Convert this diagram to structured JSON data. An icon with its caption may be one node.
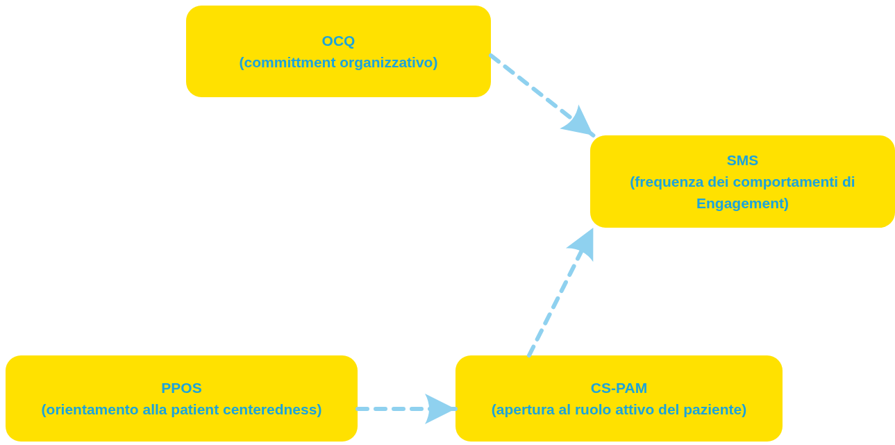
{
  "diagram": {
    "nodes": [
      {
        "text": [
          "OCQ",
          "(committment organizzativo)"
        ]
      },
      {
        "text": [
          "SMS",
          "(frequenza dei comportamenti di Engagement)"
        ]
      },
      {
        "text": [
          "PPOS",
          "(orientamento alla patient centeredness)"
        ]
      },
      {
        "text": [
          "CS-PAM",
          "(apertura al ruolo attivo del paziente)"
        ]
      }
    ],
    "edges": [
      {
        "from": 0,
        "to": 1,
        "arrow": "to",
        "style": "dashed"
      },
      {
        "from": 3,
        "to": 1,
        "arrow": "to",
        "style": "dashed"
      },
      {
        "from": 2,
        "to": 3,
        "arrow": "to",
        "style": "dashed"
      }
    ]
  }
}
